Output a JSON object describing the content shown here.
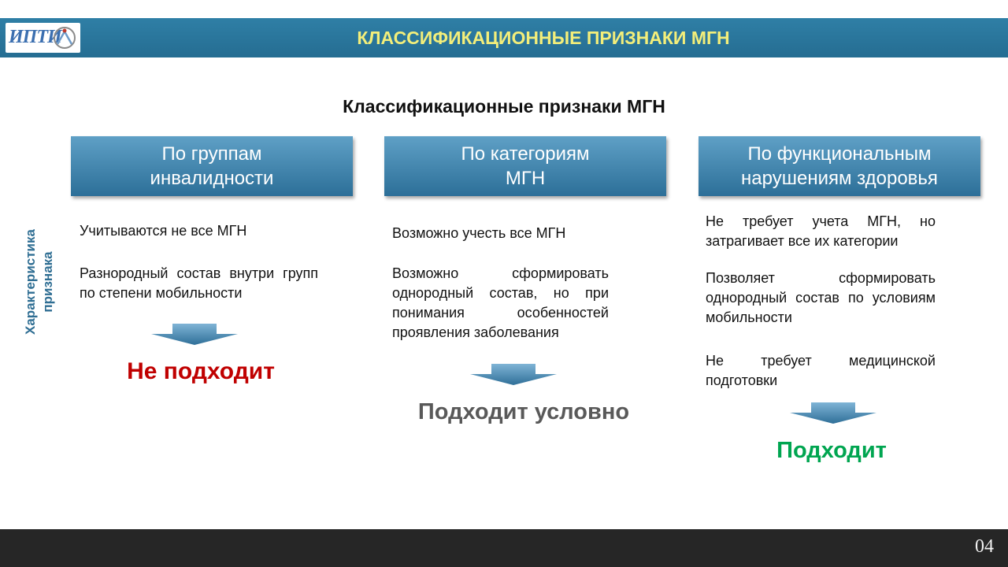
{
  "header": {
    "logo_text": "ИПТИ",
    "title": "КЛАССИФИКАЦИОННЫЕ ПРИЗНАКИ МГН"
  },
  "subtitle": "Классификационные признаки МГН",
  "side_label": "Характеристика признака",
  "columns": [
    {
      "title": [
        "По группам",
        "инвалидности"
      ],
      "paragraphs": [
        "Учитываются не все МГН",
        "Разнородный состав внутри групп по степени мобильности"
      ],
      "verdict": "Не подходит",
      "verdict_color": "#c00000"
    },
    {
      "title": [
        "По категориям",
        "МГН"
      ],
      "paragraphs": [
        "Возможно учесть все МГН",
        "Возможно сформировать однородный состав, но при понимания особенностей проявления заболевания"
      ],
      "verdict": "Подходит условно",
      "verdict_color": "#595959"
    },
    {
      "title": [
        "По функциональным",
        "нарушениям здоровья"
      ],
      "paragraphs": [
        "Не требует учета МГН, но затрагивает все их категории",
        "Позволяет сформировать однородный состав по условиям мобильности",
        "Не требует медицинской подготовки"
      ],
      "verdict": "Подходит",
      "verdict_color": "#00a550"
    }
  ],
  "footer": {
    "page_number": "04"
  },
  "colors": {
    "header_bg": "#2f7fa6",
    "header_text": "#f3ee7a",
    "box_bg": "#3d84b0",
    "side_label": "#2f6e93",
    "footer_bg": "#262626"
  },
  "icons": {
    "arrow": "down-arrow-icon"
  }
}
